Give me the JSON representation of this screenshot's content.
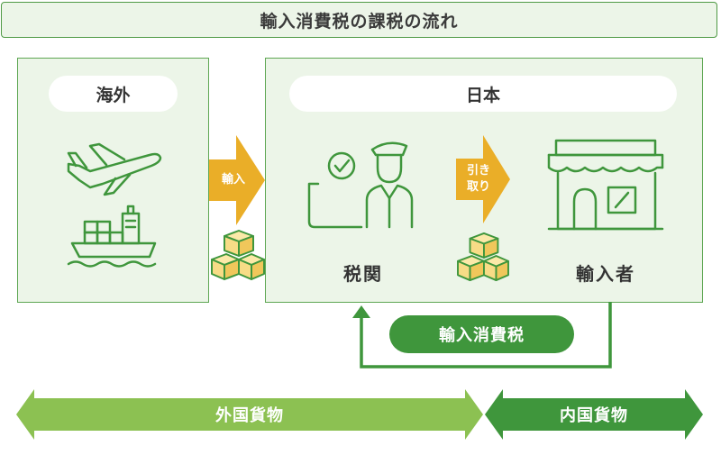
{
  "title": "輸入消費税の課税の流れ",
  "overseas": {
    "label": "海外",
    "icons": [
      "airplane-icon",
      "cargo-ship-icon"
    ]
  },
  "japan": {
    "label": "日本"
  },
  "import_arrow": {
    "label": "輸入"
  },
  "pickup_arrow": {
    "line1": "引き",
    "line2": "取り"
  },
  "customs": {
    "label": "税関",
    "icon": "customs-officer-icon"
  },
  "importer": {
    "label": "輸入者",
    "icon": "shop-icon"
  },
  "tax": {
    "label": "輸入消費税"
  },
  "foreign_goods": {
    "label": "外国貨物"
  },
  "domestic_goods": {
    "label": "内国貨物"
  },
  "colors": {
    "green_dark": "#3f963c",
    "green_light": "#8cc152",
    "panel_bg": "#ecf5e8",
    "arrow_orange": "#eaae28",
    "box_yellow": "#f7dc86"
  }
}
